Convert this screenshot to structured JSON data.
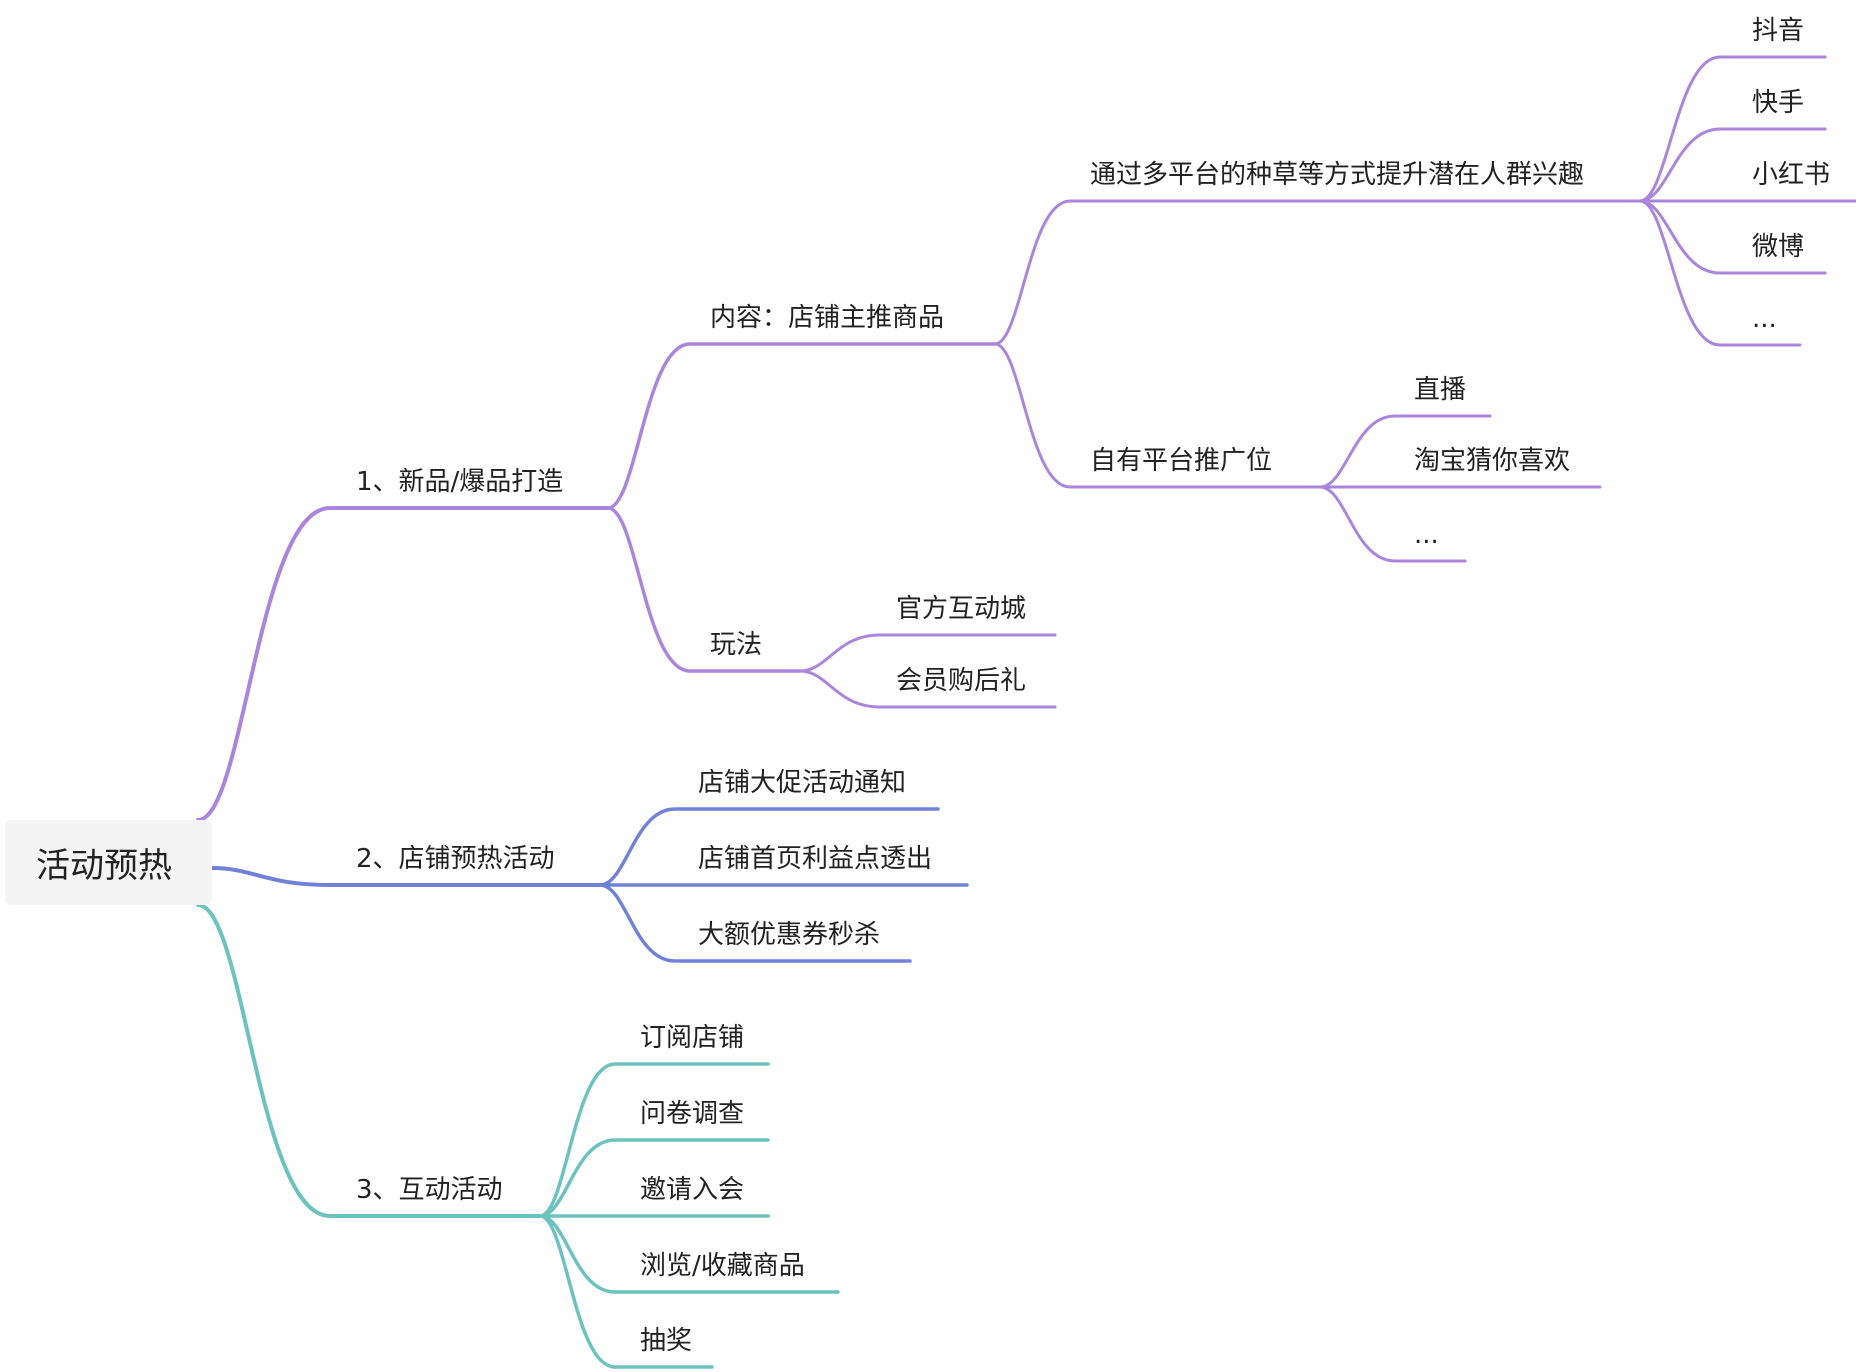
{
  "mindmap": {
    "root": "活动预热",
    "colors": {
      "branch1": "#a985dc",
      "branch2": "#6f82d8",
      "branch3": "#6cc3bd"
    },
    "branches": [
      {
        "label": "1、新品/爆品打造",
        "children": [
          {
            "label": "内容：店铺主推商品",
            "children": [
              {
                "label": "通过多平台的种草等方式提升潜在人群兴趣",
                "children": [
                  "抖音",
                  "快手",
                  "小红书",
                  "微博",
                  "..."
                ]
              },
              {
                "label": "自有平台推广位",
                "children": [
                  "直播",
                  "淘宝猜你喜欢",
                  "..."
                ]
              }
            ]
          },
          {
            "label": "玩法",
            "children": [
              "官方互动城",
              "会员购后礼"
            ]
          }
        ]
      },
      {
        "label": "2、店铺预热活动",
        "children": [
          "店铺大促活动通知",
          "店铺首页利益点透出",
          "大额优惠券秒杀"
        ]
      },
      {
        "label": "3、互动活动",
        "children": [
          "订阅店铺",
          "问卷调查",
          "邀请入会",
          "浏览/收藏商品",
          "抽奖"
        ]
      }
    ]
  }
}
